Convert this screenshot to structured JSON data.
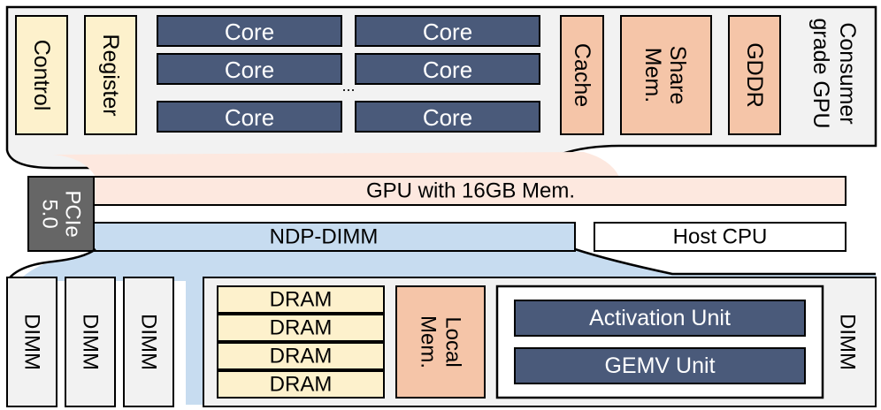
{
  "colors": {
    "core_fill": "#4a5a7a",
    "light_yellow": "#fdf1cc",
    "salmon": "#f5c5a8",
    "panel_bg": "#f2f2f2",
    "light_blue": "#c7dcf0",
    "pcie_gray": "#666666",
    "pink_band": "#fde8df",
    "stroke": "#000000"
  },
  "gpu": {
    "title": "Consumer grade GPU",
    "title_line1": "Consumer",
    "title_line2": "grade GPU",
    "control": "Control",
    "register": "Register",
    "cores": [
      "Core",
      "Core",
      "Core",
      "Core",
      "Core",
      "Core"
    ],
    "ellipsis": "...",
    "cache": "Cache",
    "share_mem": "Share Mem.",
    "share_mem_line1": "Share",
    "share_mem_line2": "Mem.",
    "gddr": "GDDR"
  },
  "pcie": {
    "label": "PCIe 5.0",
    "line1": "PCIe",
    "line2": "5.0"
  },
  "bars": {
    "gpu_mem": "GPU with 16GB Mem.",
    "ndp_dimm": "NDP-DIMM",
    "host_cpu": "Host CPU"
  },
  "dimm": {
    "dimm_labels": [
      "DIMM",
      "DIMM",
      "DIMM"
    ],
    "dram": [
      "DRAM",
      "DRAM",
      "DRAM",
      "DRAM"
    ],
    "local_mem": "Local Mem.",
    "local_mem_line1": "Local",
    "local_mem_line2": "Mem.",
    "activation_unit": "Activation Unit",
    "gemv_unit": "GEMV Unit",
    "dimm_right": "DIMM"
  }
}
